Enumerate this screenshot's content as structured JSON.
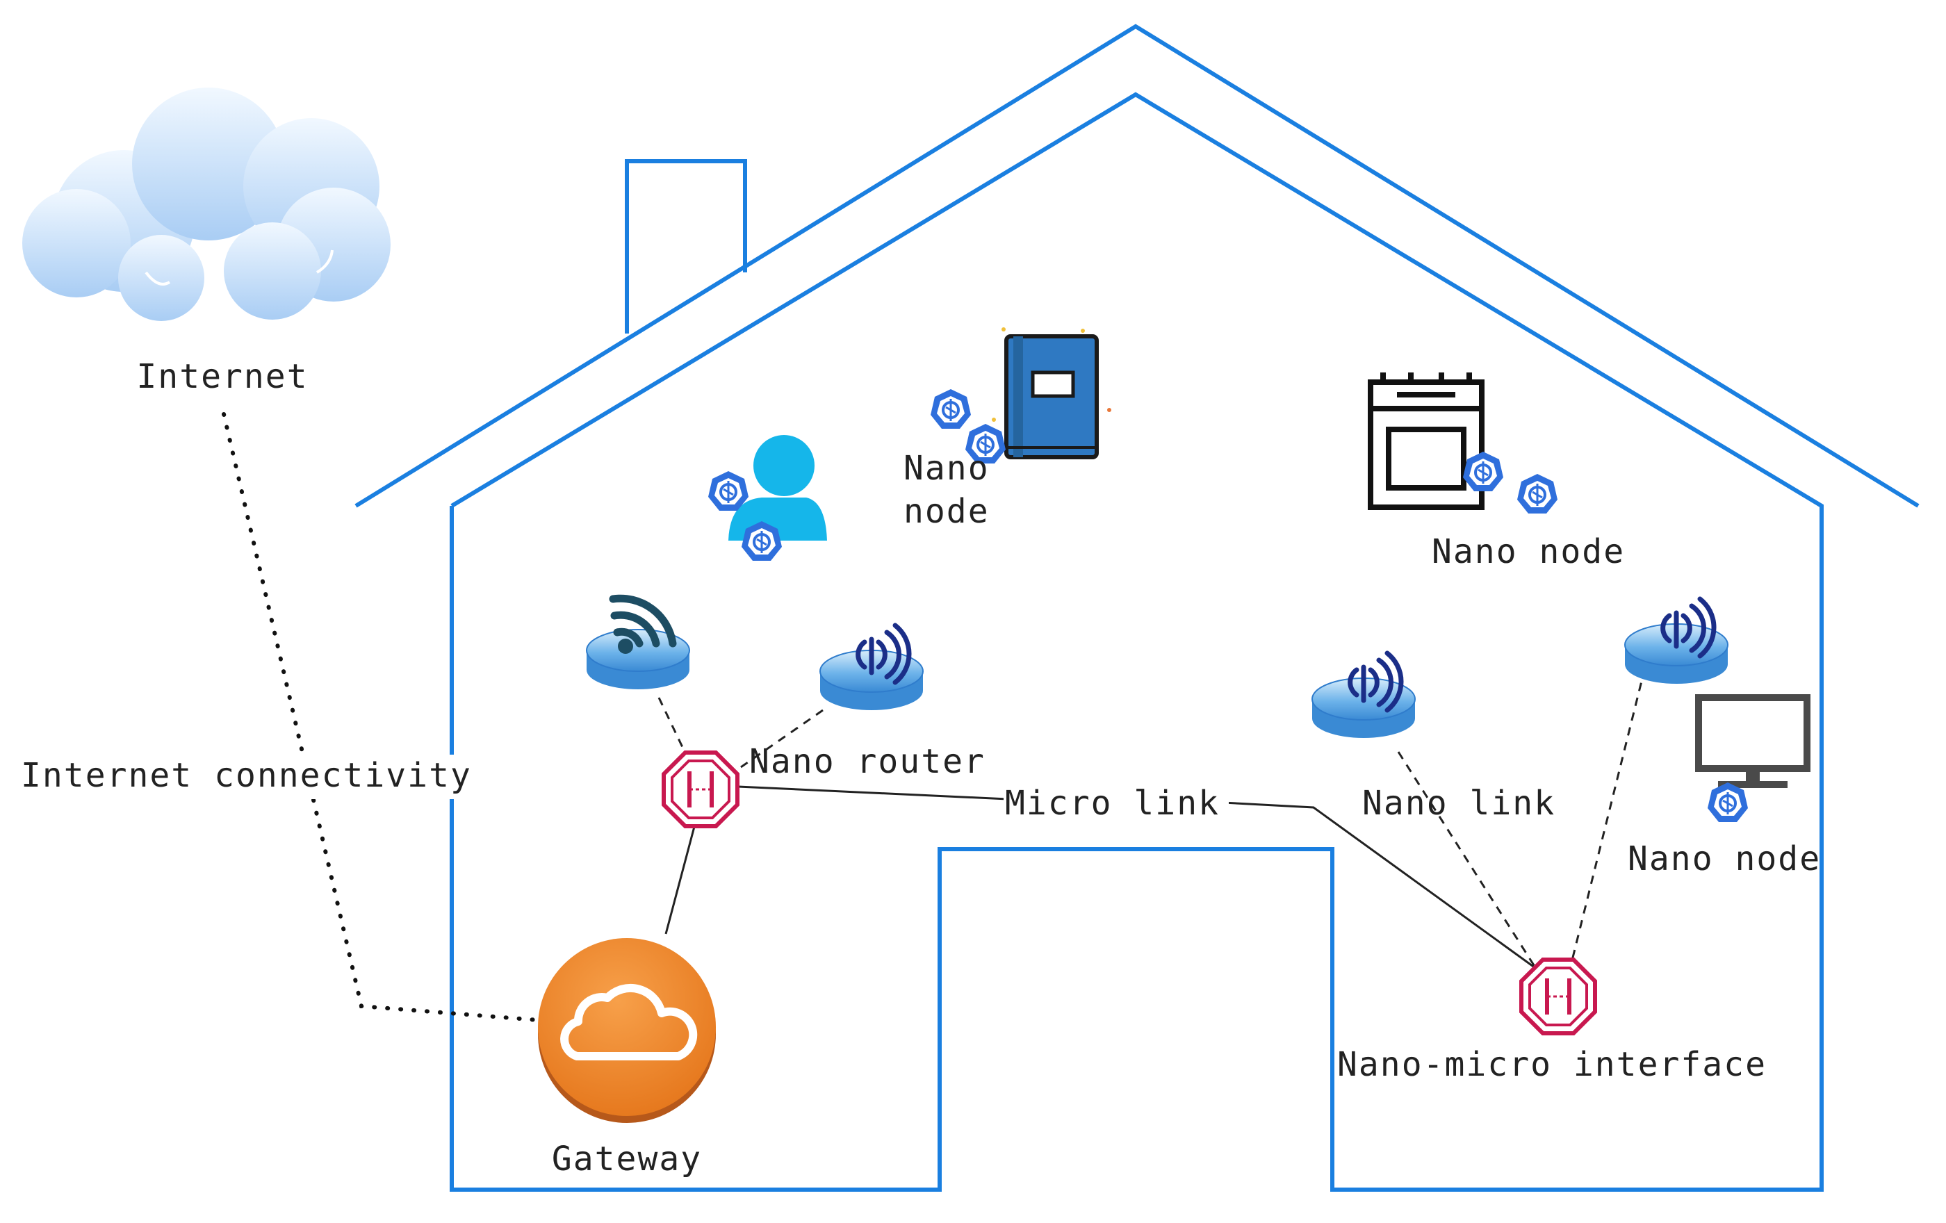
{
  "labels": {
    "internet": "Internet",
    "internet_connectivity": "Internet connectivity",
    "gateway": "Gateway",
    "nano_router": "Nano router",
    "micro_link": "Micro link",
    "nano_link": "Nano link",
    "nano_micro_interface": "Nano-micro interface",
    "nano_node_book_line1": "Nano",
    "nano_node_book_line2": "node",
    "nano_node_oven": "Nano node",
    "nano_node_tv": "Nano node"
  },
  "colors": {
    "house_outline": "#1a7fe0",
    "cloud_top": "#f1f8ff",
    "cloud_bottom": "#a9cdf4",
    "gateway_orange": "#f08a2c",
    "interface_red": "#c8184f",
    "router_blue": "#58a6e6",
    "router_wave": "#1b2e88",
    "wifi_wave": "#1d4d63",
    "node_badge": "#2f6fdc",
    "user_cyan": "#15b6ea",
    "book_blue": "#2f79c2",
    "line_dark": "#222222"
  },
  "icons": {
    "internet": "cloud-icon",
    "gateway": "gateway-cloud-icon",
    "user": "user-icon",
    "book": "book-icon",
    "oven": "oven-icon",
    "tv": "monitor-icon",
    "router": "wireless-router-icon",
    "wifi_router": "wifi-router-icon",
    "interface": "nano-micro-interface-icon",
    "nano_node": "nano-node-badge-icon"
  }
}
